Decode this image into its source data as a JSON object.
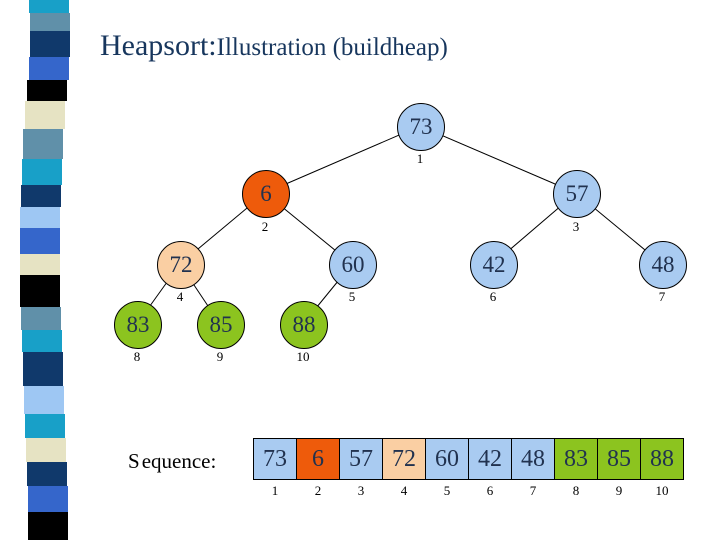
{
  "slide": {
    "title": {
      "prefix": "Heapsort:",
      "rest": "Illustration (buildheap)"
    }
  },
  "colors": {
    "node_blue": "#A9CBF1",
    "node_orange": "#EE5B0B",
    "node_peach": "#FACFA3",
    "node_green": "#8CC41F",
    "node_border": "#000000",
    "node_text": "#21324F",
    "title_text": "#17365D",
    "strip_teal": "#18A0C8",
    "strip_steel": "#6090A9",
    "strip_navy": "#10396B",
    "strip_royal": "#3566CB",
    "strip_black": "#000000",
    "strip_cream": "#E6E3C3",
    "strip_lightblue": "#9EC7F3"
  },
  "tree": {
    "nodes": [
      {
        "value": "73",
        "index": "1",
        "color": "node_blue"
      },
      {
        "value": "6",
        "index": "2",
        "color": "node_orange"
      },
      {
        "value": "57",
        "index": "3",
        "color": "node_blue"
      },
      {
        "value": "72",
        "index": "4",
        "color": "node_peach"
      },
      {
        "value": "60",
        "index": "5",
        "color": "node_blue"
      },
      {
        "value": "42",
        "index": "6",
        "color": "node_blue"
      },
      {
        "value": "48",
        "index": "7",
        "color": "node_blue"
      },
      {
        "value": "83",
        "index": "8",
        "color": "node_green"
      },
      {
        "value": "85",
        "index": "9",
        "color": "node_green"
      },
      {
        "value": "88",
        "index": "10",
        "color": "node_green"
      }
    ],
    "edges": [
      [
        1,
        2
      ],
      [
        1,
        3
      ],
      [
        2,
        4
      ],
      [
        2,
        5
      ],
      [
        3,
        6
      ],
      [
        3,
        7
      ],
      [
        4,
        8
      ],
      [
        4,
        9
      ],
      [
        5,
        10
      ]
    ]
  },
  "sequence": {
    "label": "Sequence:",
    "cells": [
      {
        "value": "73",
        "index": "1",
        "color": "node_blue"
      },
      {
        "value": "6",
        "index": "2",
        "color": "node_orange"
      },
      {
        "value": "57",
        "index": "3",
        "color": "node_blue"
      },
      {
        "value": "72",
        "index": "4",
        "color": "node_peach"
      },
      {
        "value": "60",
        "index": "5",
        "color": "node_blue"
      },
      {
        "value": "42",
        "index": "6",
        "color": "node_blue"
      },
      {
        "value": "48",
        "index": "7",
        "color": "node_blue"
      },
      {
        "value": "83",
        "index": "8",
        "color": "node_green"
      },
      {
        "value": "85",
        "index": "9",
        "color": "node_green"
      },
      {
        "value": "88",
        "index": "10",
        "color": "node_green"
      }
    ]
  }
}
